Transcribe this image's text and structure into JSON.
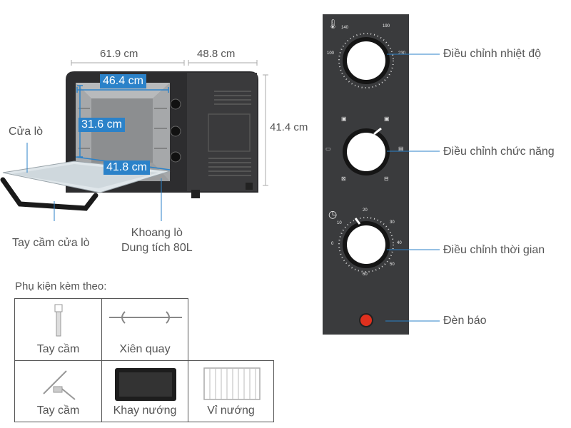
{
  "oven": {
    "width_label": "61.9 cm",
    "depth_label": "48.8 cm",
    "height_label": "41.4 cm",
    "inner_width_label": "46.4 cm",
    "inner_height_label": "31.6 cm",
    "inner_depth_label": "41.8 cm",
    "door_label": "Cửa lò",
    "door_handle_label": "Tay cầm cửa lò",
    "cavity_label_line1": "Khoang lò",
    "cavity_label_line2": "Dung tích 80L"
  },
  "accessories": {
    "title": "Phụ kiện kèm theo:",
    "items": [
      {
        "label": "Tay cầm",
        "icon": "handle-icon"
      },
      {
        "label": "Xiên quay",
        "icon": "rotisserie-spit-icon"
      },
      {
        "label": "Tay cầm",
        "icon": "tray-handle-icon"
      },
      {
        "label": "Khay nướng",
        "icon": "baking-tray-icon"
      },
      {
        "label": "Vỉ nướng",
        "icon": "grill-rack-icon"
      }
    ]
  },
  "controls": {
    "temperature_label": "Điều chỉnh nhiệt độ",
    "function_label": "Điều chỉnh chức năng",
    "timer_label": "Điều chỉnh thời gian",
    "indicator_label": "Đèn báo",
    "temperature_ticks": [
      "100",
      "140",
      "190",
      "230"
    ],
    "timer_ticks": [
      "0",
      "10",
      "20",
      "30",
      "40",
      "50",
      "60"
    ]
  },
  "colors": {
    "dimension_blue": "#2b82c9",
    "panel_dark": "#3a3b3d",
    "indicator_red": "#e0301e"
  }
}
